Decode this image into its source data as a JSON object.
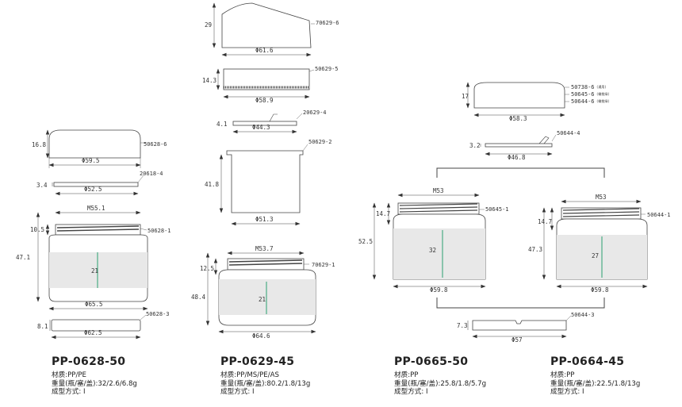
{
  "products": [
    {
      "model": "PP-0628-50",
      "material": "材质:PP/PE",
      "weight": "重量(瓶/塞/盖):32/2.6/6.8g",
      "forming": "成型方式: I",
      "dims": {
        "cap_h": "16.8",
        "cap_d": "Φ59.5",
        "plug_h": "3.4",
        "plug_d": "Φ52.5",
        "thread": "M55.1",
        "neck_h": "10.5",
        "body_h": "47.1",
        "fill": "21",
        "body_d": "Φ65.5",
        "base_h": "8.1",
        "base_d": "Φ62.5"
      },
      "parts": {
        "cap": "50628-6",
        "plug": "20618-4",
        "jar": "50628-1",
        "base": "50628-3"
      }
    },
    {
      "model": "PP-0629-45",
      "material": "材质:PP/MS/PE/AS",
      "weight": "重量(瓶/塞/盖):80.2/1.8/13g",
      "forming": "成型方式: I",
      "dims": {
        "top_h": "29",
        "top_d": "Φ61.6",
        "ring_h": "14.3",
        "ring_d": "Φ58.9",
        "plug_h": "4.1",
        "plug_d": "Φ44.3",
        "inner_h": "41.8",
        "inner_d": "Φ51.3",
        "thread": "M53.7",
        "neck_h": "12.5",
        "body_h": "48.4",
        "fill": "21",
        "body_d": "Φ64.6"
      },
      "parts": {
        "top": "70629-6",
        "ring": "50629-5",
        "plug": "20629-4",
        "inner": "50629-2",
        "jar": "70629-1"
      }
    },
    {
      "model": "PP-0665-50",
      "material": "材质:PP",
      "weight": "重量(瓶/塞/盖):25.8/1.8/5.7g",
      "forming": "成型方式: I",
      "dims": {
        "thread": "M53",
        "neck_h": "14.7",
        "body_h": "52.5",
        "fill": "32",
        "body_d": "Φ59.8"
      },
      "parts": {
        "jar": "50645-1"
      }
    },
    {
      "model": "PP-0664-45",
      "material": "材质:PP",
      "weight": "重量(瓶/塞/盖):22.5/1.8/13g",
      "forming": "成型方式: I",
      "dims": {
        "thread": "M53",
        "neck_h": "14.7",
        "body_h": "47.3",
        "fill": "27",
        "body_d": "Φ59.8"
      },
      "parts": {
        "jar": "50644-1"
      }
    }
  ],
  "shared": {
    "cap_h": "17",
    "cap_d": "Φ58.3",
    "cap_parts": [
      "50738-6",
      "50645-6",
      "50644-6"
    ],
    "cap_notes": [
      "(通用)",
      "(橄榄绿)",
      "(橄榄绿)"
    ],
    "plug_h": "3.2",
    "plug_d": "Φ46.8",
    "plug_part": "50644-4",
    "base_h": "7.3",
    "base_d": "Φ57",
    "base_part": "50644-3"
  }
}
